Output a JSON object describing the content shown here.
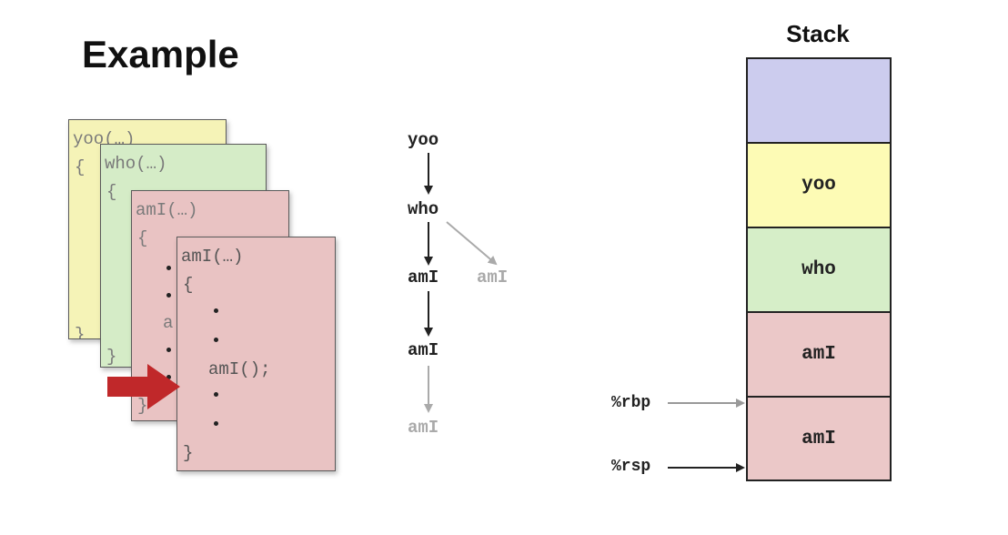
{
  "title": "Example",
  "cards": {
    "yoo": {
      "header": "yoo(…)",
      "open": "{",
      "close": "}"
    },
    "who": {
      "header": "who(…)",
      "open": "{",
      "close": "}"
    },
    "ami_outer": {
      "header": "amI(…)",
      "open": "{",
      "partial": "a",
      "close": "}"
    },
    "ami_inner": {
      "header": "amI(…)",
      "open": "{",
      "call": "amI();",
      "close": "}"
    }
  },
  "call_tree": {
    "nodes": [
      "yoo",
      "who",
      "amI",
      "amI",
      "amI",
      "amI"
    ],
    "inactive_color": "#aaaaaa",
    "active_color": "#222222"
  },
  "stack": {
    "title": "Stack",
    "frames": [
      {
        "label": "",
        "color": "#ccccee"
      },
      {
        "label": "yoo",
        "color": "#fdfbb5"
      },
      {
        "label": "who",
        "color": "#d6eec8"
      },
      {
        "label": "amI",
        "color": "#ebc8c8"
      },
      {
        "label": "amI",
        "color": "#ebc8c8"
      }
    ],
    "registers": {
      "rbp": "%rbp",
      "rsp": "%rsp"
    }
  },
  "colors": {
    "pointer_arrow": "#c0282a"
  }
}
